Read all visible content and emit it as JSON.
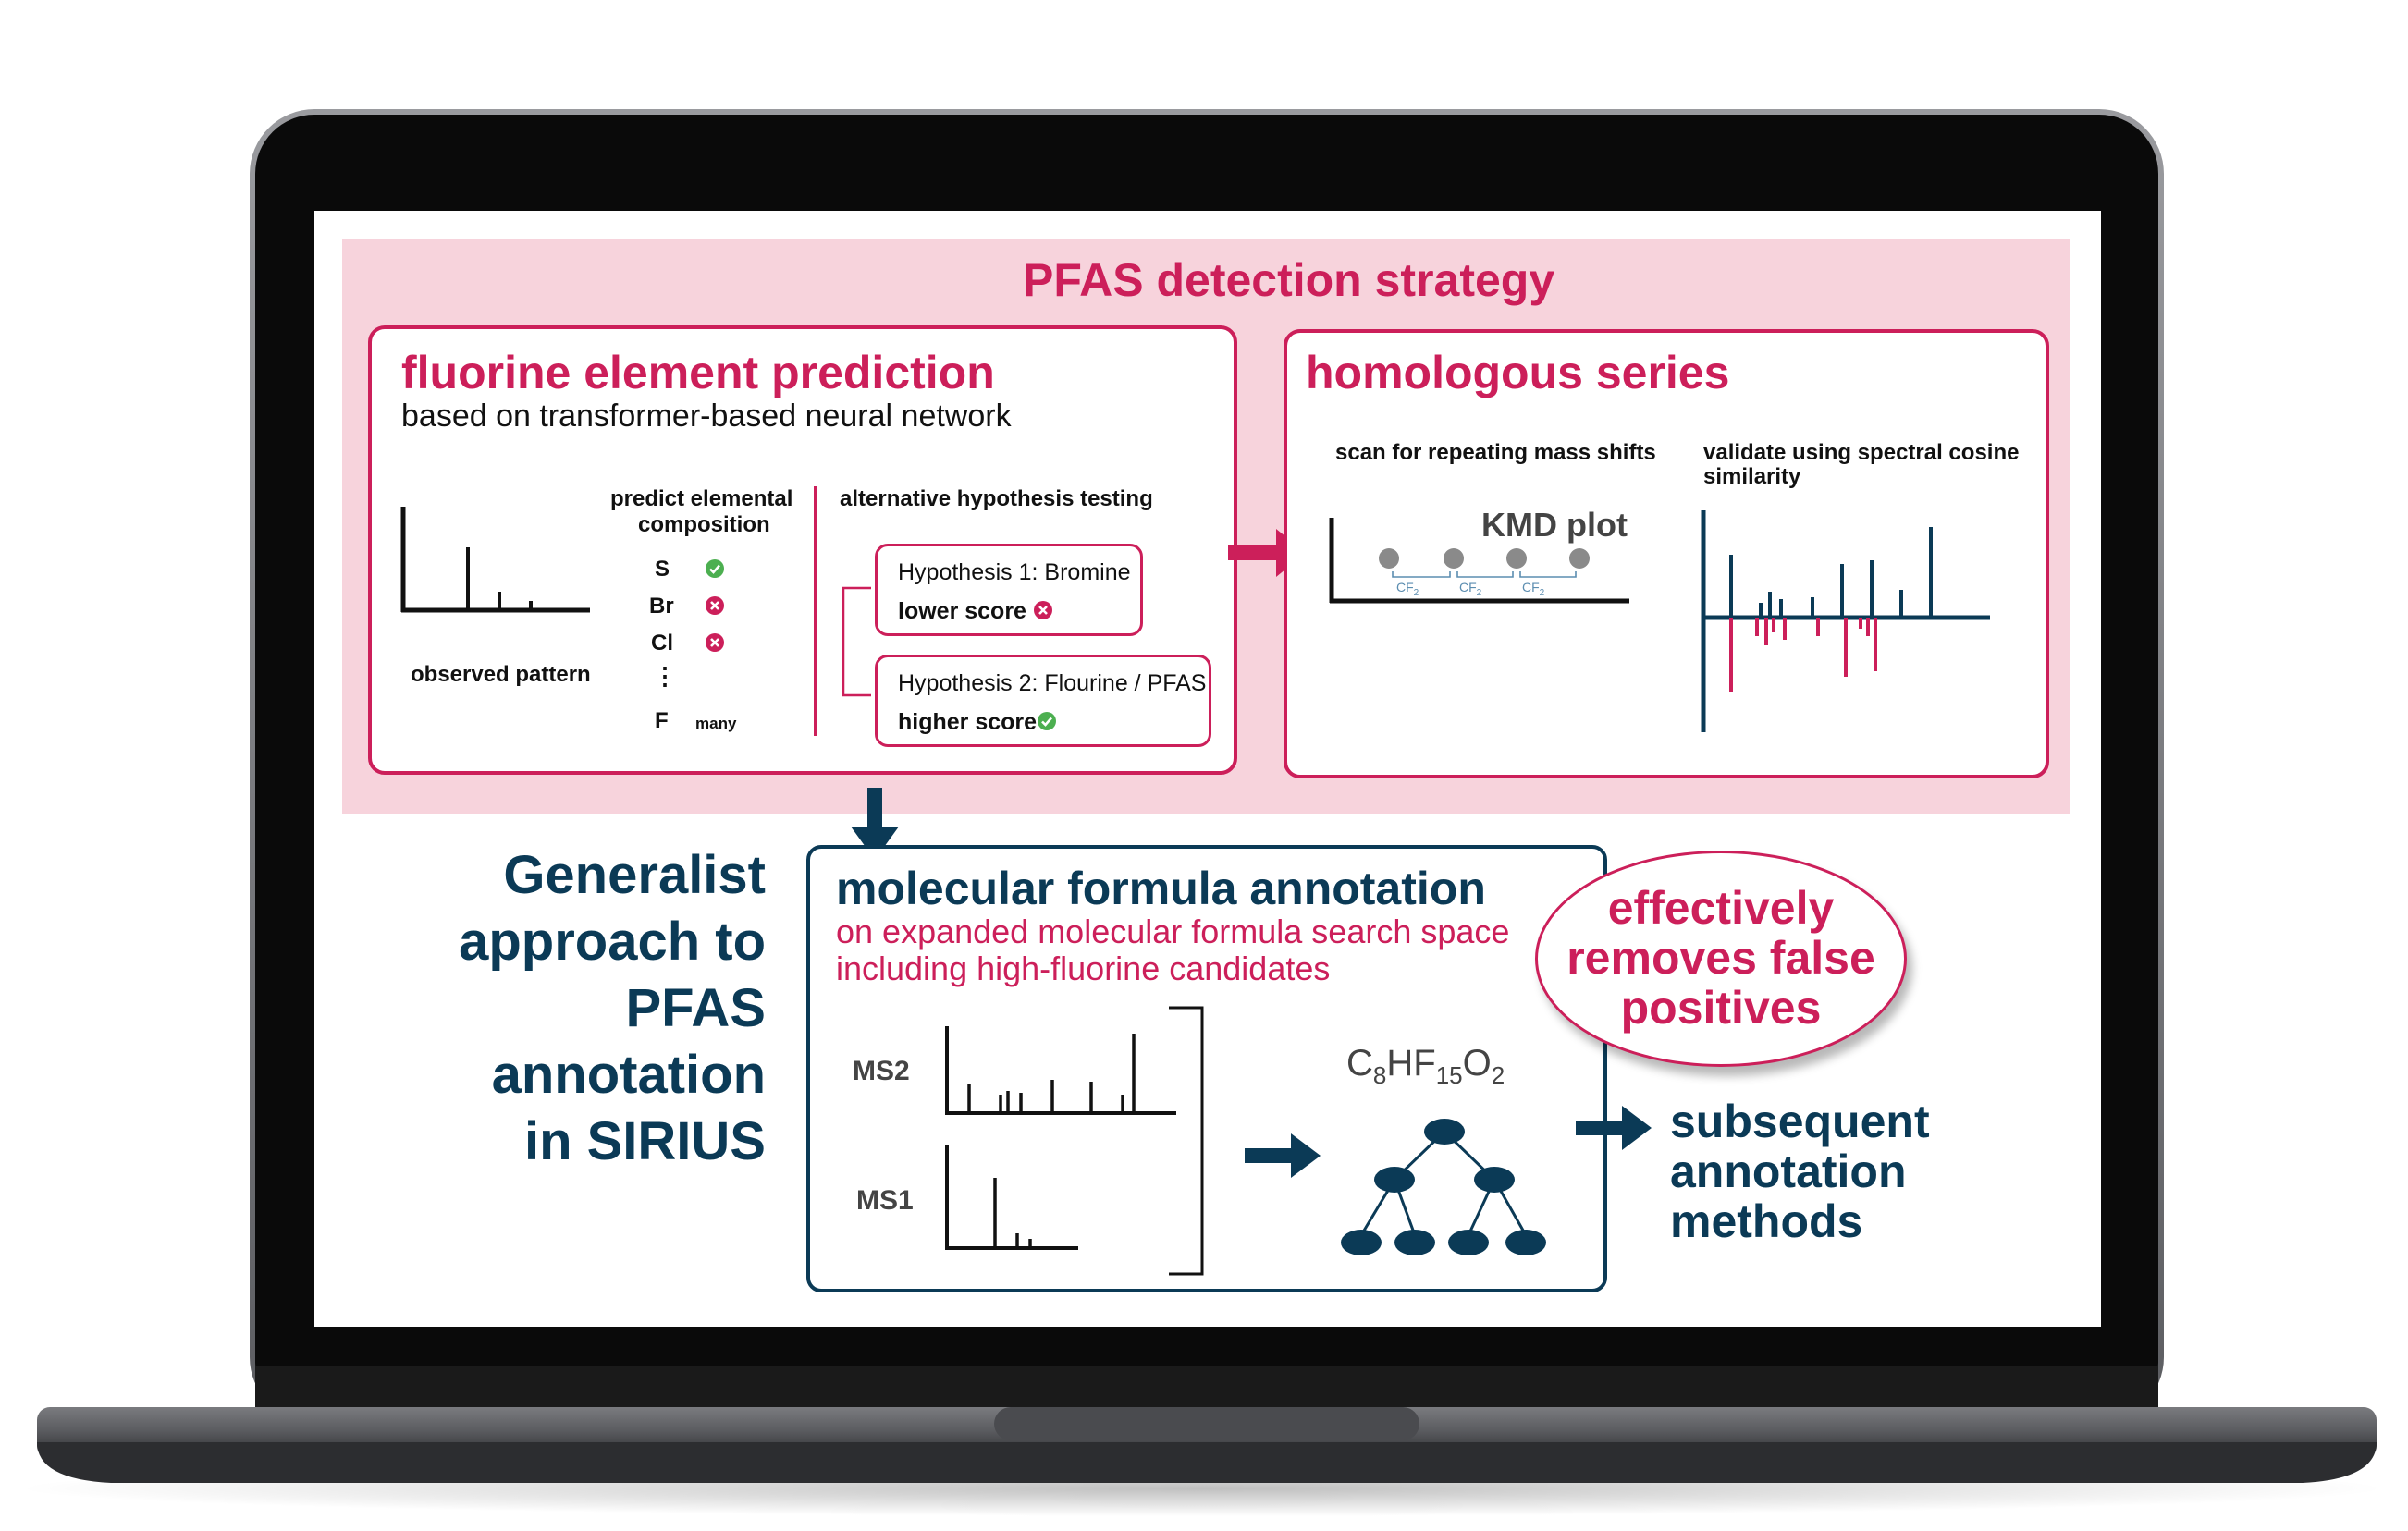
{
  "header": {
    "title": "PFAS detection strategy"
  },
  "fluorine_panel": {
    "title": "fluorine element prediction",
    "subtitle": "based on transformer-based neural network",
    "observed_label": "observed pattern",
    "predict_label_line1": "predict elemental",
    "predict_label_line2": "composition",
    "elements": [
      {
        "symbol": "S",
        "status": "check"
      },
      {
        "symbol": "Br",
        "status": "cross"
      },
      {
        "symbol": "Cl",
        "status": "cross"
      },
      {
        "symbol": "⋮",
        "status": "none"
      },
      {
        "symbol": "F",
        "status": "none",
        "note": "many"
      }
    ],
    "alt_label": "alternative hypothesis testing",
    "hypothesis1": {
      "title": "Hypothesis 1: Bromine",
      "score": "lower score"
    },
    "hypothesis2": {
      "title": "Hypothesis 2: Flourine / PFAS",
      "score": "higher score"
    }
  },
  "homologous_panel": {
    "title": "homologous series",
    "scan_label": "scan for repeating mass shifts",
    "validate_line1": "validate using spectral cosine",
    "validate_line2": "similarity",
    "kmd_label": "KMD plot",
    "cf_labels": [
      "CF",
      "CF",
      "CF"
    ],
    "cf_sub": "2"
  },
  "left_title": [
    "Generalist",
    "approach to",
    "PFAS",
    "annotation",
    "in SIRIUS"
  ],
  "formula_panel": {
    "title": "molecular formula annotation",
    "sub_line1": "on expanded molecular formula search space",
    "sub_line2": "including high-fluorine candidates",
    "ms2_label": "MS2",
    "ms1_label": "MS1",
    "formula": {
      "c": "C",
      "c_n": "8",
      "hf": "HF",
      "f_n": "15",
      "o": "O",
      "o_n": "2"
    }
  },
  "bubble": {
    "lines": [
      "effectively",
      "removes false",
      "positives"
    ]
  },
  "subsequent": {
    "lines": [
      "subsequent",
      "annotation",
      "methods"
    ]
  },
  "colors": {
    "accent": "#cc1f5a",
    "navy": "#0b3a56",
    "pink_bg": "#f7d3dc",
    "check": "#4caf50",
    "bezel": "#000000"
  }
}
